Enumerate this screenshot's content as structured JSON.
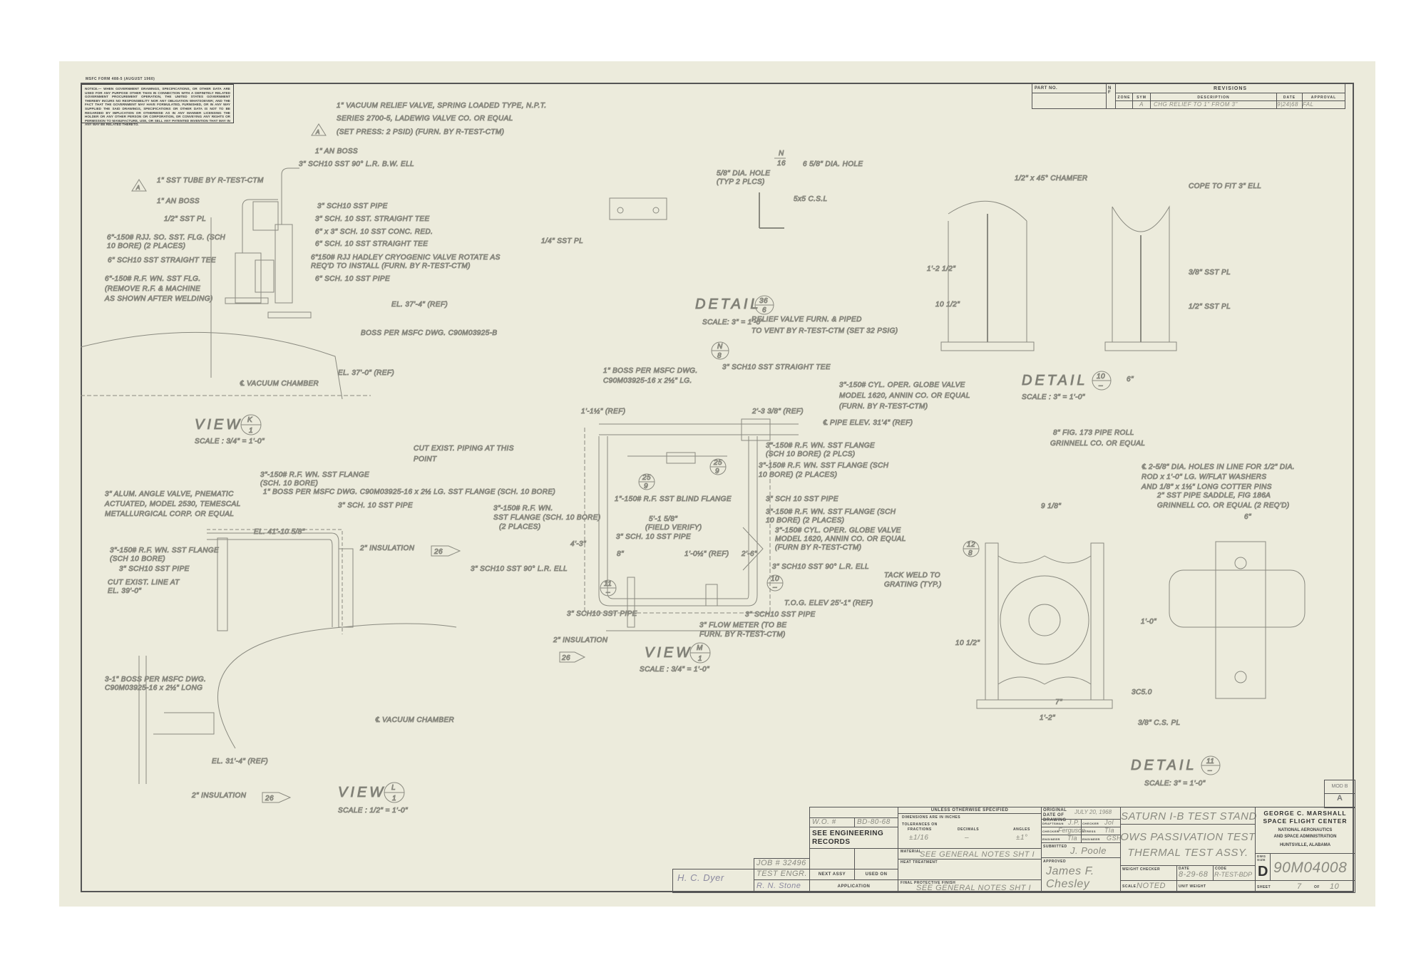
{
  "form_label": "MSFC FORM 488-5 (AUGUST 1960)",
  "notice": "NOTICE.— WHEN GOVERNMENT DRAWINGS, SPECIFICATIONS, OR OTHER DATA ARE USED FOR ANY PURPOSE OTHER THAN IN CONNECTION WITH A DEFINITELY RELATED GOVERNMENT PROCUREMENT OPERATION, THE UNITED STATES GOVERNMENT THEREBY INCURS NO RESPONSIBILITY NOR ANY OBLIGATION WHATSOEVER; AND THE FACT THAT THE GOVERNMENT MAY HAVE FORMULATED, FURNISHED, OR IN ANY WAY SUPPLIED THE SAID DRAWINGS, SPECIFICATIONS OR OTHER DATA IS NOT TO BE REGARDED BY IMPLICATION OR OTHERWISE AS IN ANY MANNER LICENSING THE HOLDER OR ANY OTHER PERSON OR CORPORATION, OR CONVEYING ANY RIGHTS OR PERMISSION TO MANUFACTURE, USE, OR SELL ANY PATENTED INVENTION THAT MAY IN ANY WAY BE RELATED THERETO.",
  "revisions": {
    "part_no_label": "PART NO.",
    "nf_label": "N F",
    "title": "REVISIONS",
    "headers": {
      "zone": "ZONE",
      "sym": "SYM",
      "description": "DESCRIPTION",
      "date": "DATE",
      "approval": "APPROVAL"
    },
    "rows": [
      {
        "zone": "",
        "sym": "A",
        "description": "CHG RELIEF TO 1\" FROM 3\"",
        "date": "9|24|68",
        "approval": "FAL"
      }
    ]
  },
  "title_block": {
    "wo_label": "W.O. #",
    "wo_value": "BD-80-68",
    "see_records": "SEE ENGINEERING RECORDS",
    "next_assy": "NEXT ASSY",
    "used_on": "USED ON",
    "application": "APPLICATION",
    "job_no": "JOB # 32496",
    "test_engr": "TEST ENGR.",
    "sig_left": "H. C. Dyer",
    "sig_test_engr": "R. N. Stone",
    "unless": "UNLESS OTHERWISE SPECIFIED",
    "dims": "DIMENSIONS ARE IN INCHES",
    "tolerances": "TOLERANCES ON",
    "fractions": "FRACTIONS",
    "decimals": "DECIMALS",
    "angles": "ANGLES",
    "fractions_val": "±1/16",
    "decimals_val": "–",
    "angles_val": "±1°",
    "material_label": "MATERIAL",
    "material": "SEE GENERAL NOTES SHT I",
    "heat_label": "HEAT TREATMENT",
    "finish_label": "FINAL PROTECTIVE FINISH",
    "finish": "SEE GENERAL NOTES SHT I",
    "orig_date_label": "ORIGINAL DATE OF DRAWING",
    "orig_date": "JULY 20, 1968",
    "draftsman_label": "DRAFTSMAN",
    "draftsman": "J.P.",
    "checker_label": "CHECKER",
    "checker": "Jol",
    "checker2_label": "CHECKER",
    "checker2": "Ferguson",
    "stress_label": "STRESS",
    "stress": "Tla",
    "engineer_label": "ENGINEER",
    "engineer": "Tla",
    "engineer2_label": "ENGINEER",
    "engineer2": "GSH",
    "submitted_label": "SUBMITTED",
    "submitted": "J. Poole",
    "approved_label": "APPROVED",
    "approved": "James F. Chesley",
    "project": "SATURN I-B TEST STAND",
    "title1": "OWS PASSIVATION TEST",
    "title2": "THERMAL TEST ASSY.",
    "weight_checker_label": "WEIGHT CHECKER",
    "date_label": "DATE",
    "date": "8-29-68",
    "code_label": "CODE",
    "code": "R-TEST-BDP",
    "scale_label": "SCALE",
    "scale": "NOTED",
    "unit_weight_label": "UNIT WEIGHT",
    "org1": "GEORGE C. MARSHALL",
    "org2": "SPACE FLIGHT CENTER",
    "org3": "NATIONAL AERONAUTICS",
    "org4": "AND SPACE ADMINISTRATION",
    "org5": "HUNTSVILLE, ALABAMA",
    "dwg_size_label": "DWG SIZE",
    "dwg_size": "D",
    "dwg_no": "90M04008",
    "sheet_label": "SHEET",
    "sheet": "7",
    "of_label": "OF",
    "of": "10"
  },
  "views": [
    {
      "label": "VIEW",
      "ref_top": "K",
      "ref_bottom": "1",
      "scale": "SCALE : 3/4\" = 1'-0\""
    },
    {
      "label": "VIEW",
      "ref_top": "L",
      "ref_bottom": "1",
      "scale": "SCALE : 1/2\" = 1'-0\""
    },
    {
      "label": "VIEW",
      "ref_top": "M",
      "ref_bottom": "1",
      "scale": "SCALE : 3/4\" = 1'-0\""
    },
    {
      "label": "DETAIL",
      "ref_top": "36",
      "ref_bottom": "6",
      "scale": "SCALE: 3\" = 1'-0\""
    },
    {
      "label": "DETAIL",
      "ref_top": "10",
      "ref_bottom": "–",
      "scale": "SCALE : 3\" = 1'-0\""
    },
    {
      "label": "DETAIL",
      "ref_top": "11",
      "ref_bottom": "–",
      "scale": "SCALE: 3\" = 1'-0\""
    }
  ],
  "callouts": [
    "1\" VACUUM RELIEF VALVE, SPRING LOADED TYPE, N.P.T.",
    "SERIES 2700-5, LADEWIG VALVE CO. OR EQUAL",
    "(SET PRESS: 2 PSID) (FURN. BY R-TEST-CTM)",
    "1\" AN BOSS",
    "3\" SCH10 SST 90° L.R. B.W. ELL",
    "1\" SST TUBE BY R-TEST-CTM",
    "1\" AN BOSS",
    "1/2\" SST PL",
    "3\" SCH10 SST PIPE",
    "3\" SCH. 10 SST. STRAIGHT TEE",
    "6\" x 3\" SCH. 10 SST CONC. RED.",
    "6\" SCH. 10 SST STRAIGHT TEE",
    "6\"-150# RJJ. SO. SST. FLG. (SCH",
    "10 BORE) (2 PLACES)",
    "6\" SCH10 SST STRAIGHT TEE",
    "6\"150# RJJ HADLEY CRYOGENIC VALVE ROTATE AS",
    "REQ'D TO INSTALL (FURN. BY R-TEST-CTM)",
    "6\" SCH. 10 SST PIPE",
    "6\"-150# R.F. WN. SST FLG.",
    "(REMOVE R.F. & MACHINE",
    "AS SHOWN AFTER WELDING)",
    "EL. 37'-4\" (REF)",
    "BOSS PER MSFC DWG. C90M03925-B",
    "EL. 37'-0\" (REF)",
    "℄ VACUUM CHAMBER",
    "3\"-150# R.F. WN. SST FLANGE",
    "(SCH. 10 BORE)",
    "1\" BOSS PER MSFC DWG. C90M03925-16 x 2½ LG. SST FLANGE (SCH. 10 BORE)",
    "3\" SCH. 10 SST PIPE",
    "3\" ALUM. ANGLE VALVE, PNEMATIC",
    "ACTUATED, MODEL 2530, TEMESCAL",
    "METALLURGICAL CORP. OR EQUAL",
    "3\"-150# R.F. WN. SST FLANGE",
    "(SCH 10 BORE)",
    "3\" SCH10 SST PIPE",
    "CUT EXIST. LINE AT",
    "EL. 39'-0\"",
    "EL. 41'-10 5/8\"",
    "2\" INSULATION",
    "3-1\" BOSS PER MSFC DWG.",
    "C90M03925-16 x 2½\" LONG",
    "℄ VACUUM CHAMBER",
    "EL. 31'-4\" (REF)",
    "2\" INSULATION",
    "RELIEF VALVE FURN. & PIPED",
    "TO VENT BY R-TEST-CTM (SET 32 PSIG)",
    "1\" BOSS PER MSFC DWG.",
    "C90M03925-16 x 2½\" LG.",
    "3\" SCH10 SST STRAIGHT TEE",
    "3\"-150# CYL. OPER. GLOBE VALVE",
    "MODEL 1620, ANNIN CO. OR EQUAL",
    "(FURN. BY R-TEST-CTM)",
    "℄ PIPE ELEV. 31'4\" (REF)",
    "CUT EXIST. PIPING AT THIS",
    "POINT",
    "3\"-150# R.F. WN. SST FLANGE",
    "(SCH 10 BORE) (2 PLCS)",
    "3\"-150# R.F. WN. SST FLANGE (SCH",
    "10 BORE) (2 PLACES)",
    "3\"-150# R.F. WN.",
    "SST FLANGE (SCH. 10 BORE)",
    "(2 PLACES)",
    "1\"-150# R.F. SST BLIND FLANGE",
    "3\" SCH 10 SST PIPE",
    "3\"-150# R.F. WN. SST FLANGE (SCH",
    "10 BORE) (2 PLACES)",
    "3\"-150# CYL. OPER. GLOBE VALVE",
    "MODEL 1620, ANNIN CO. OR EQUAL",
    "(FURN BY R-TEST-CTM)",
    "5'-1 5/8\"",
    "(FIELD VERIFY)",
    "3\" SCH. 10 SST PIPE",
    "3\" SCH10 SST 90° L.R. ELL",
    "3\" SCH10 SST 90° L.R. ELL",
    "TACK WELD TO",
    "GRATING (TYP.)",
    "T.O.G. ELEV 25'-1\" (REF)",
    "3\" SCH10 SST PIPE",
    "3\" SCH10 SST PIPE",
    "3\" FLOW METER (TO BE",
    "FURN. BY R-TEST-CTM)",
    "2\" INSULATION",
    "5/8\" DIA. HOLE",
    "(TYP 2 PLCS)",
    "6 5/8\" DIA. HOLE",
    "5x5 C.S.L",
    "1/4\" SST PL",
    "1/2\" x 45° CHAMFER",
    "COPE TO FIT 3\" ELL",
    "3/8\" SST PL",
    "1/2\" SST PL",
    "8\" FIG. 173 PIPE ROLL",
    "GRINNELL CO. OR EQUAL",
    "℄ 2-5/8\" DIA. HOLES IN LINE FOR 1/2\" DIA.",
    "ROD x 1'-0\" LG. W/FLAT WASHERS",
    "AND 1/8\" x 1½\" LONG COTTER PINS",
    "2\" SST PIPE SADDLE, FIG 186A",
    "GRINNELL CO. OR EQUAL (2 REQ'D)",
    "3/8\" C.S. PL",
    "3C5.0",
    "4'-3\"",
    "2'-3 3/8\" (REF)",
    "1'-1½\" (REF)",
    "1'-0½\" (REF)",
    "2'-6\"",
    "8\"",
    "9 1/8\"",
    "6\"",
    "10 1/2\"",
    "1'-2\"",
    "7\"",
    "1'-0\"",
    "1'-2 1/2\"",
    "10 1/2\"",
    "6\""
  ],
  "section_markers": [
    {
      "top": "N",
      "bottom": "8"
    },
    {
      "top": "N",
      "bottom": "16"
    },
    {
      "top": "12",
      "bottom": "8"
    },
    {
      "top": "25",
      "bottom": "9"
    },
    {
      "top": "25",
      "bottom": "9"
    },
    {
      "top": "11",
      "bottom": "–"
    },
    {
      "top": "10",
      "bottom": "–"
    }
  ],
  "insulation_tag": "26",
  "revision_symbol": "A",
  "corner_box": {
    "top": "MOD B",
    "bottom": "A"
  }
}
